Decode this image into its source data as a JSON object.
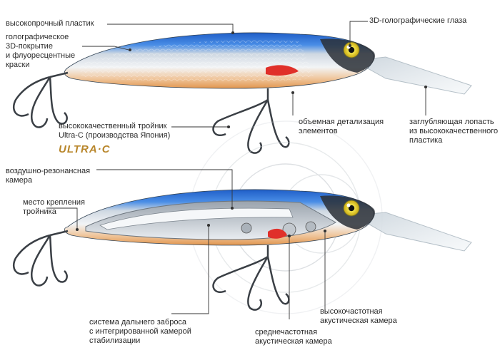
{
  "labels": {
    "plastic": "высокопрочный пластик",
    "eyes": "3D-голографические глаза",
    "holo": "голографическое\n3D-покрытие\nи флуоресцентные\nкраски",
    "hook": "высококачественный тройник\nUltra-C (производства Япония)",
    "detail": "объемная детализация\nэлементов",
    "lip": "заглубляющая лопасть\nиз высококачественного\nпластика",
    "air_chamber": "воздушно-резонансная\nкамера",
    "mount": "место крепления\nтройника",
    "cast_system": "система дальнего заброса\nс интегрированной камерой\nстабилизации",
    "mid_chamber": "среднечастотная\nакустическая камера",
    "high_chamber": "высокочастотная\nакустическая камера"
  },
  "logo": {
    "text": "ULTRA·C"
  },
  "colors": {
    "back_blue": "#2f6fd6",
    "belly_orange": "#e8a060",
    "gill_red": "#e0302a",
    "eye_yellow": "#e6d21a",
    "lip_clear": "#dfe8ee",
    "hook_metal": "#3a3f45",
    "line": "#333333"
  }
}
